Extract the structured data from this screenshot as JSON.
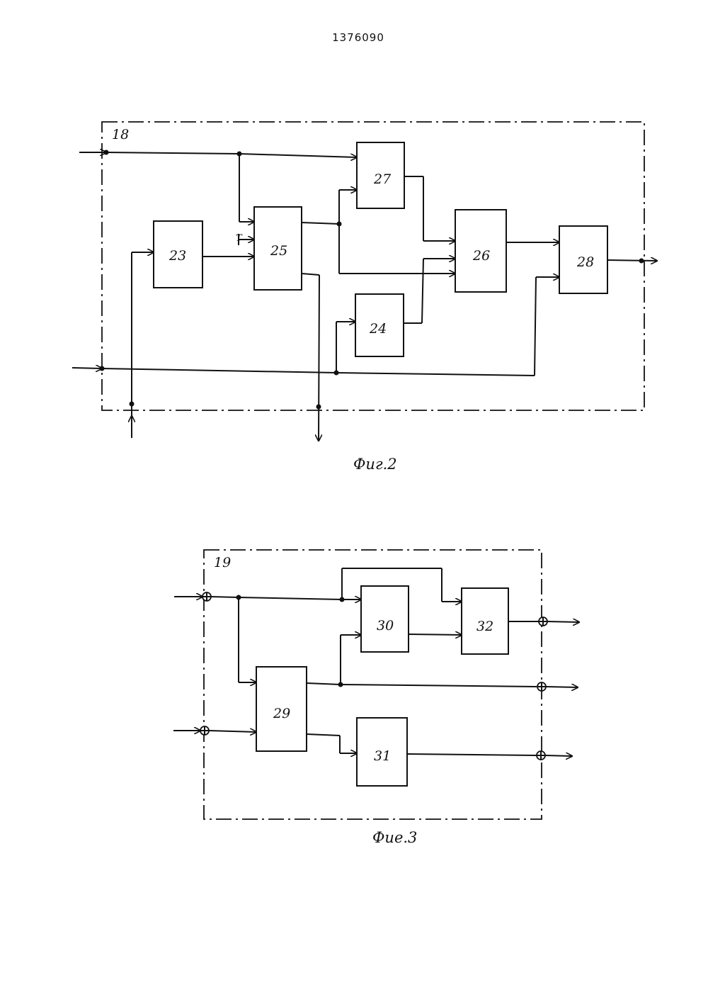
{
  "page_number": "1376090",
  "fig2": {
    "caption": "Фиг.2",
    "frame_label": "18",
    "blocks": {
      "b23": "23",
      "b24": "24",
      "b25": "25",
      "b26": "26",
      "b27": "27",
      "b28": "28"
    },
    "input_t_label": "T"
  },
  "fig3": {
    "caption": "Фие.3",
    "frame_label": "19",
    "blocks": {
      "b29": "29",
      "b30": "30",
      "b31": "31",
      "b32": "32"
    }
  }
}
